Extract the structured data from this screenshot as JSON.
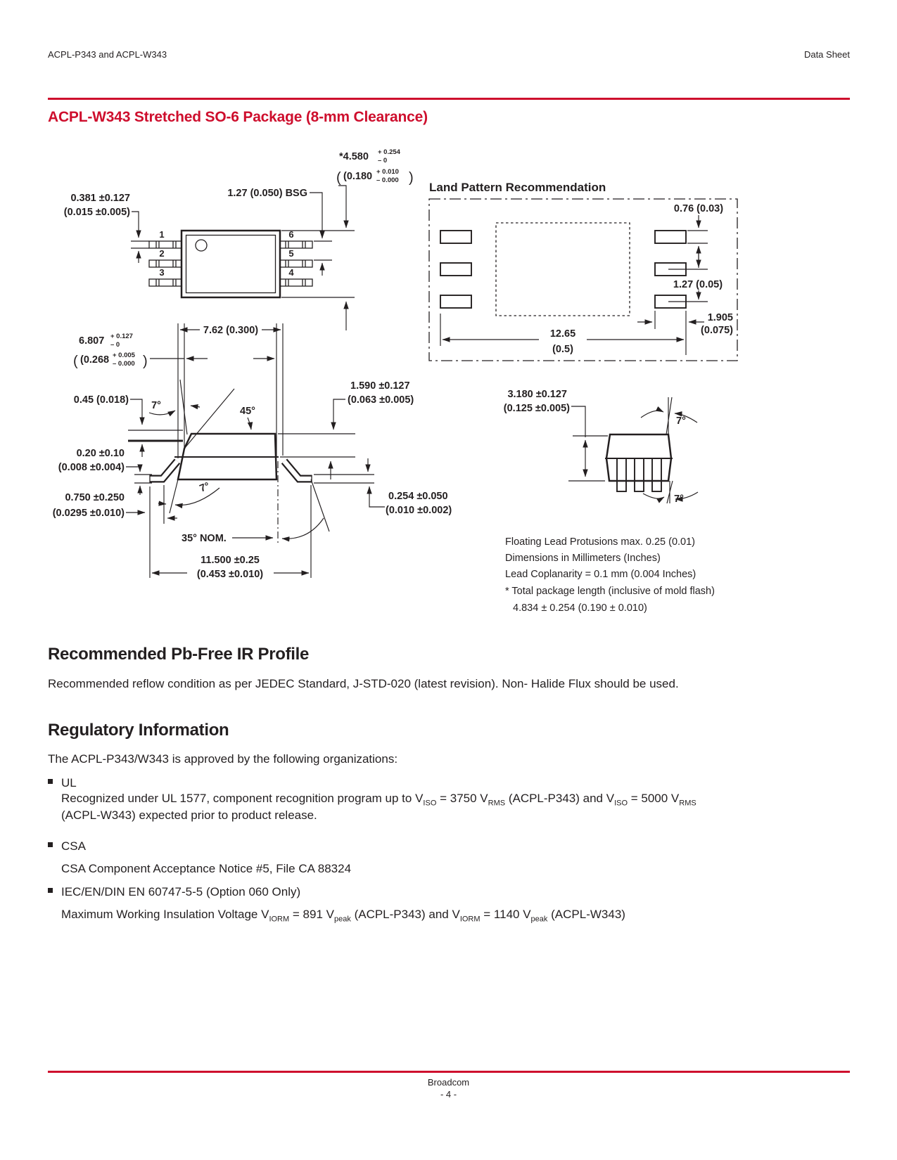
{
  "page": {
    "header_left": "ACPL-P343 and ACPL-W343",
    "header_right": "Data Sheet",
    "title": "ACPL-W343 Stretched SO-6 Package (8-mm Clearance)",
    "footer": {
      "brand": "Broadcom",
      "page_number": "- 4 -"
    }
  },
  "colors": {
    "accent": "#CE0E2D",
    "ink": "#231F20"
  },
  "top_view": {
    "pins_left": [
      "1",
      "2",
      "3"
    ],
    "pins_right": [
      "6",
      "5",
      "4"
    ],
    "lead_width_mm": "0.381 ±0.127",
    "lead_width_in": "(0.015 ±0.005)",
    "pitch": "1.27 (0.050) BSG",
    "length_mm": "*4.580",
    "length_plus": "+ 0.254",
    "length_minus": "– 0",
    "length_in_open": "(0.180",
    "length_in_plus": "+ 0.010",
    "length_in_minus": "– 0.000",
    "paren_open": "(",
    "paren_close": ")"
  },
  "land_pattern": {
    "title": "Land Pattern Recommendation",
    "pad_width": "0.76 (0.03)",
    "pad_pitch": "1.27 (0.05)",
    "pad_length_mm": "1.905",
    "pad_length_in": "(0.075)",
    "span_mm": "12.65",
    "span_in": "(0.5)"
  },
  "side_view": {
    "width_mm": "6.807",
    "width_plus": "+ 0.127",
    "width_minus": "– 0",
    "width_in_open": "(0.268",
    "width_in_plus": "+ 0.005",
    "width_in_minus": "– 0.000",
    "paren_open": "(",
    "paren_close": ")",
    "body_width": "7.62 (0.300)",
    "angle_top": "7°",
    "angle_chamfer": "45°",
    "angle_mid": "7°",
    "lead_thickness": "0.45 (0.018)",
    "standoff_mm": "0.20 ±0.10",
    "standoff_in": "(0.008 ±0.004)",
    "foot_mm": "0.750 ±0.250",
    "foot_in": "(0.0295 ±0.010)",
    "angle_nom": "35° NOM.",
    "span_mm": "11.500 ±0.25",
    "span_in": "(0.453 ±0.010)",
    "height_mm": "1.590 ±0.127",
    "height_in": "(0.063 ±0.005)",
    "foot_thick_mm": "0.254 ±0.050",
    "foot_thick_in": "(0.010 ±0.002)"
  },
  "end_view": {
    "height_mm": "3.180 ±0.127",
    "height_in": "(0.125 ±0.005)",
    "angle_top": "7°",
    "angle_bottom": "7°"
  },
  "notes": [
    "Floating Lead Protusions max. 0.25 (0.01)",
    "Dimensions in Millimeters (Inches)",
    "Lead Coplanarity = 0.1 mm (0.004 Inches)",
    "* Total package length (inclusive of mold flash)",
    "4.834 ± 0.254 (0.190 ± 0.010)"
  ],
  "sections": {
    "ir_profile": {
      "heading": "Recommended Pb-Free IR Profile",
      "body": "Recommended reflow condition as per JEDEC Standard, J-STD-020 (latest revision). Non- Halide Flux should be used."
    },
    "regulatory": {
      "heading": "Regulatory Information",
      "intro": "The ACPL-P343/W343 is approved by the following organizations:",
      "bullets": [
        {
          "label": "UL",
          "seg": [
            "Recognized under UL 1577, component recognition program up to V",
            "ISO",
            " = 3750 V",
            "RMS",
            " (ACPL-P343) and V",
            "ISO",
            " = 5000 V",
            "RMS"
          ],
          "seg2": [
            "(ACPL-W343) expected prior to product release."
          ]
        },
        {
          "label": "CSA",
          "body": "CSA Component Acceptance Notice #5, File CA 88324"
        },
        {
          "label": "IEC/EN/DIN EN 60747-5-5 (Option 060 Only)",
          "seg": [
            "Maximum Working Insulation Voltage V",
            "IORM",
            " = 891 V",
            "peak",
            " (ACPL-P343) and V",
            "IORM",
            " = 1140 V",
            "peak",
            " (ACPL-W343)"
          ]
        }
      ]
    }
  }
}
